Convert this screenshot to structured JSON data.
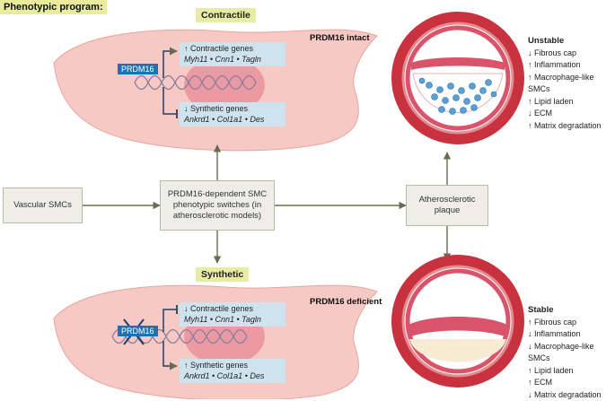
{
  "header": "Phenotypic program:",
  "top": {
    "tag": "Contractile",
    "status": "PRDM16 intact",
    "prdm": "PRDM16",
    "up_title": "↑ Contractile genes",
    "up_genes": "Myh11 • Cnn1 • Tagln",
    "down_title": "↓ Synthetic genes",
    "down_genes": "Ankrd1 • Col1a1 • Des"
  },
  "bottom": {
    "tag": "Synthetic",
    "status": "PRDM16 deficient",
    "prdm": "PRDM16",
    "down_title": "↓ Contractile genes",
    "down_genes": "Myh11 • Cnn1 • Tagln",
    "up_title": "↑ Synthetic genes",
    "up_genes": "Ankrd1 • Col1a1 • Des"
  },
  "boxes": {
    "vascular": "Vascular SMCs",
    "center_l1": "PRDM16-dependent SMC",
    "center_l2": "phenotypic switches (in",
    "center_l3": "atherosclerotic models)",
    "plaque_l1": "Atherosclerotic",
    "plaque_l2": "plaque"
  },
  "unstable": {
    "title": "Unstable",
    "items": [
      "↓ Fibrous cap",
      "↑ Inflammation",
      "↑ Macrophage-like SMCs",
      "↑ Lipid laden",
      "↓ ECM",
      "↑ Matrix degradation"
    ]
  },
  "stable": {
    "title": "Stable",
    "items": [
      "↑ Fibrous cap",
      "↓ Inflammation",
      "↓ Macrophage-like SMCs",
      "↑ Lipid laden",
      "↑ ECM",
      "↓ Matrix degradation"
    ]
  },
  "colors": {
    "cell": "#f7c9c4",
    "nucleus": "#eb9aa3",
    "artery_red": "#c8323e",
    "foam": "#5aa0d8",
    "box_blue": "#cfe3ef",
    "tag_yellow": "#e7eba4"
  }
}
